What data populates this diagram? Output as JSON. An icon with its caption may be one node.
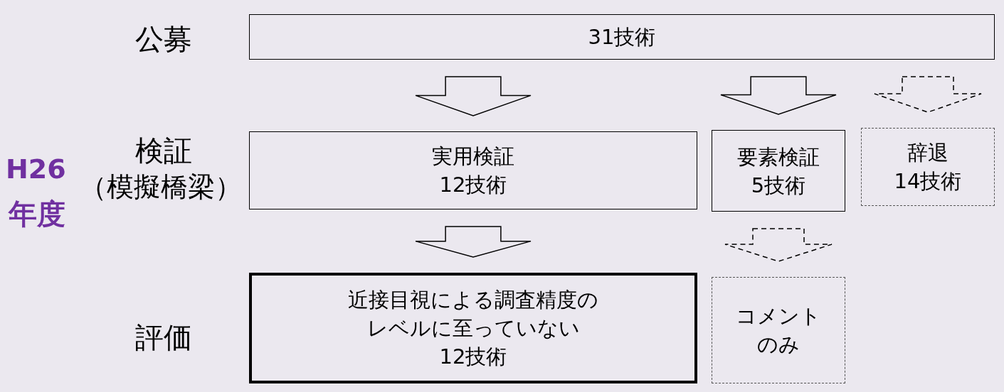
{
  "diagram": {
    "nodes": [
      {
        "text": [
          "31技術"
        ]
      },
      {
        "text": [
          "実用検証",
          "12技術"
        ]
      },
      {
        "text": [
          "要素検証",
          "5技術"
        ]
      },
      {
        "text": [
          "辞退",
          "14技術"
        ]
      },
      {
        "text": [
          "近接目視による調査精度のレベルに至っていない",
          "12技術"
        ]
      },
      {
        "text": [
          "コメントのみ"
        ]
      }
    ],
    "edges": [
      {
        "from": 0,
        "to": 1,
        "arrow": "to"
      },
      {
        "from": 0,
        "to": 2,
        "arrow": "to"
      },
      {
        "from": 0,
        "to": 3,
        "arrow": "to",
        "style": "dashed"
      },
      {
        "from": 1,
        "to": 4,
        "arrow": "to"
      },
      {
        "from": 2,
        "to": 5,
        "arrow": "to",
        "style": "dashed"
      }
    ],
    "labels": [
      "公募",
      "検証",
      "（模擬橋梁）",
      "H26",
      "年度",
      "評価"
    ]
  }
}
